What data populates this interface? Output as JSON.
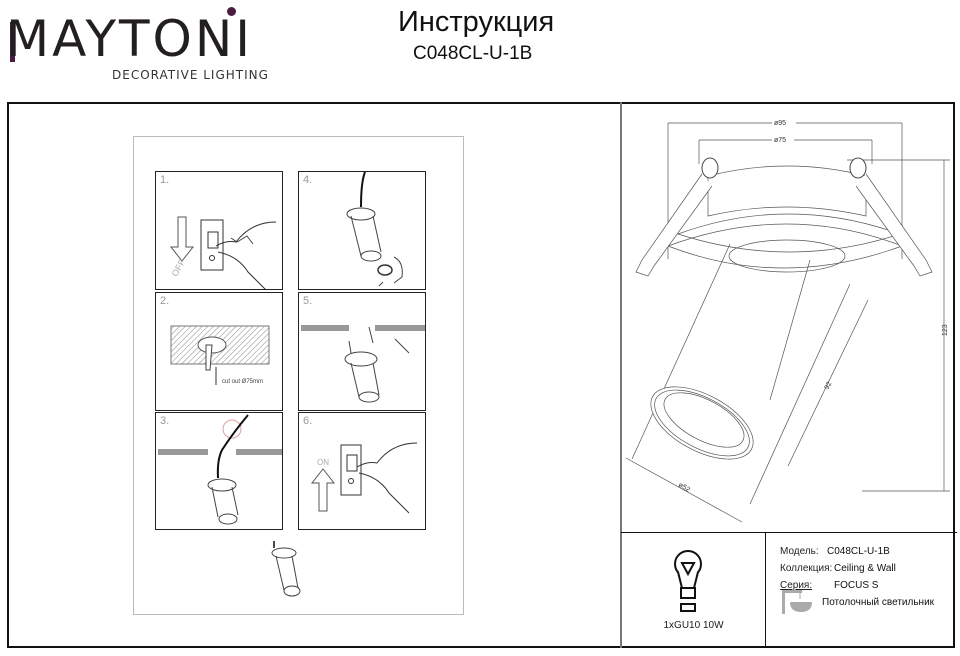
{
  "header": {
    "brand": "MAYTONI",
    "brand_tagline": "DECORATIVE LIGHTING",
    "brand_accent_color": "#4b1b42",
    "doc_title": "Инструкция",
    "model_code": "C048CL-U-1B"
  },
  "instructions": {
    "steps": [
      {
        "number": "1.",
        "description": "switch-off-power",
        "label": "OFF"
      },
      {
        "number": "2.",
        "description": "cut-hole-in-ceiling",
        "label": "cut out Ø75mm"
      },
      {
        "number": "3.",
        "description": "connect-wires"
      },
      {
        "number": "4.",
        "description": "insert-lamp"
      },
      {
        "number": "5.",
        "description": "mount-fixture-in-ceiling"
      },
      {
        "number": "6.",
        "description": "switch-on-power",
        "label": "ON"
      }
    ]
  },
  "drawing": {
    "dimensions": {
      "outer_diameter": "ø95",
      "cutout_diameter": "ø75",
      "height": "123",
      "tube_length": "92",
      "tube_diameter": "ø52"
    }
  },
  "specs": {
    "lamp": "1xGU10 10W",
    "model_label": "Модель:",
    "model_value": "C048CL-U-1B",
    "collection_label": "Коллекция:",
    "collection_value": "Ceiling & Wall",
    "series_label": "Серия:",
    "series_value": "FOCUS S",
    "type_value": "Потолочный светильник"
  }
}
